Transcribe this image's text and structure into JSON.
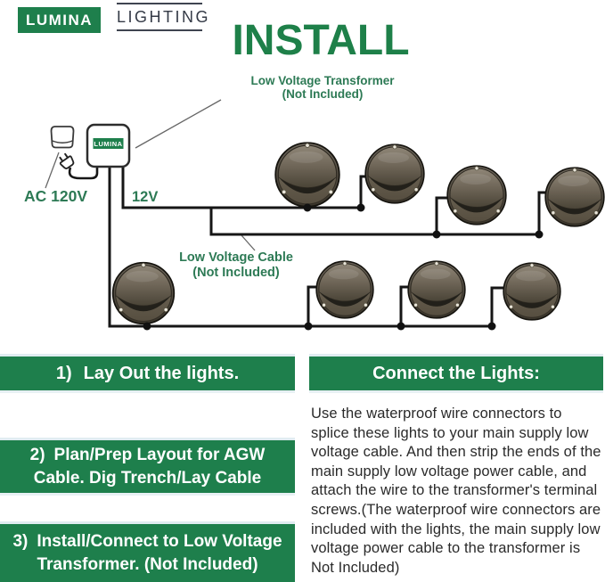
{
  "brand": {
    "name": "LUMINA",
    "suffix": "LIGHTING"
  },
  "title": "INSTALL",
  "diagram": {
    "transformer_box_text": "LUMINA",
    "transformer_label_1": "Low Voltage Transformer",
    "transformer_label_2": "(Not Included)",
    "cable_label_1": "Low Voltage Cable",
    "cable_label_2": "(Not Included)",
    "ac_label": "AC 120V",
    "dc_label": "12V"
  },
  "steps": [
    {
      "number": "1)",
      "text": "Lay Out the lights."
    },
    {
      "number": "2)",
      "text": "Plan/Prep Layout for AGW Cable. Dig Trench/Lay Cable"
    },
    {
      "number": "3)",
      "text": "Install/Connect to Low Voltage Transformer.  (Not Included)"
    }
  ],
  "connect": {
    "heading": "Connect the Lights:",
    "body": "Use the waterproof wire connectors to splice these lights to your main supply low voltage cable. And then strip the ends of the main supply low voltage power cable, and attach the wire to the transformer's terminal screws.(The waterproof wire connectors are included with the lights, the main supply low voltage power cable to the transformer is Not Included)"
  },
  "colors": {
    "brand_green": "#1e7f4c",
    "label_green": "#2d7a55",
    "wire_black": "#161616",
    "light_bronze": "#6e6557"
  }
}
